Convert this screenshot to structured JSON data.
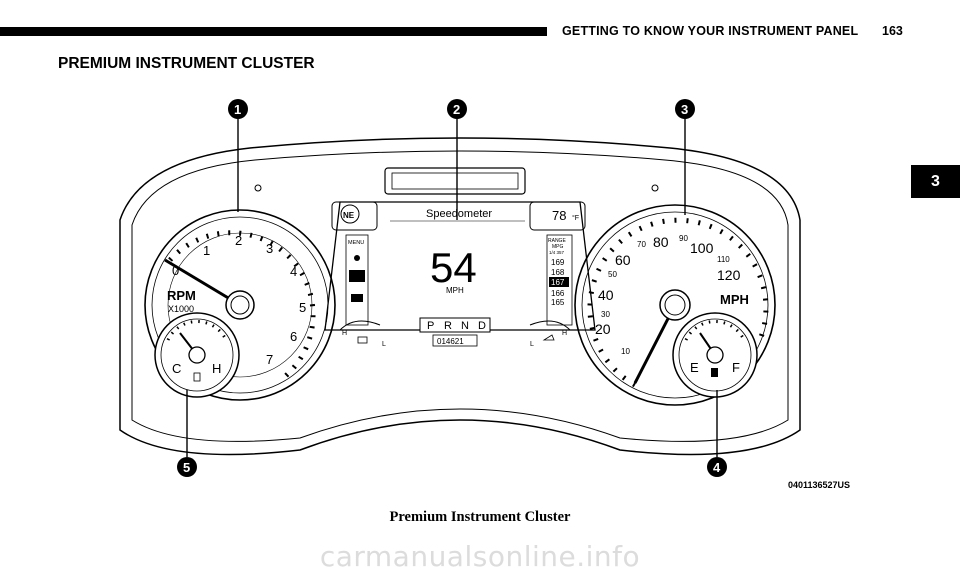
{
  "header": {
    "title": "GETTING TO KNOW YOUR INSTRUMENT PANEL",
    "page_number": "163"
  },
  "section_title": "PREMIUM INSTRUMENT CLUSTER",
  "chapter_tab": "3",
  "figure": {
    "callouts": [
      "1",
      "2",
      "3",
      "4",
      "5"
    ],
    "part_code": "0401136527US",
    "tachometer": {
      "numbers": [
        "1",
        "2",
        "3",
        "4",
        "5",
        "6",
        "7",
        "0"
      ],
      "unit": "RPM",
      "multiplier": "X1000"
    },
    "temp_gauge": {
      "low": "C",
      "high": "H"
    },
    "fuel_gauge": {
      "empty": "E",
      "full": "F"
    },
    "speedometer": {
      "major": [
        "20",
        "40",
        "60",
        "80",
        "100",
        "120"
      ],
      "minor": [
        "10",
        "30",
        "50",
        "70",
        "90",
        "110"
      ],
      "unit": "MPH"
    },
    "display": {
      "compass": "NE",
      "title": "Speedometer",
      "temperature": "78",
      "temp_unit": "°F",
      "speed": "54",
      "speed_unit": "MPH",
      "menu_label": "MENU",
      "range_label": "RANGE",
      "range_unit": "MPG",
      "range_sub": "1/4 357",
      "range_values": [
        "169",
        "168",
        "167",
        "166",
        "165"
      ],
      "gear_positions": [
        "P",
        "R",
        "N",
        "D"
      ],
      "odometer": "014621",
      "gauge_left": {
        "high": "H",
        "low": "L"
      },
      "gauge_right": {
        "high": "H",
        "low": "L"
      }
    }
  },
  "caption": "Premium Instrument Cluster",
  "watermark": "carmanualsonline.info"
}
